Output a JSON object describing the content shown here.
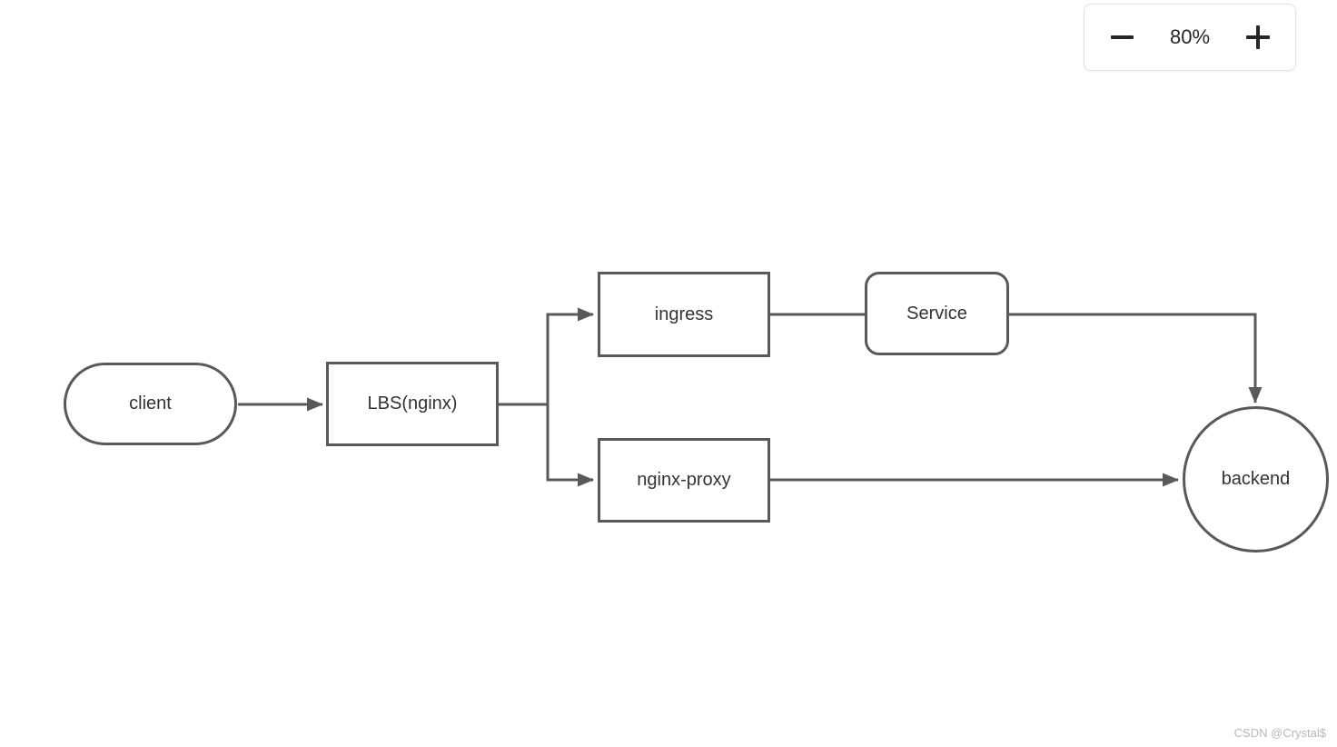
{
  "diagram": {
    "nodes": {
      "client": {
        "label": "client",
        "shape": "pill"
      },
      "lbs": {
        "label": "LBS(nginx)",
        "shape": "rectangle"
      },
      "ingress": {
        "label": "ingress",
        "shape": "rectangle"
      },
      "service": {
        "label": "Service",
        "shape": "rounded-rectangle"
      },
      "nginx_proxy": {
        "label": "nginx-proxy",
        "shape": "rectangle"
      },
      "backend": {
        "label": "backend",
        "shape": "circle"
      }
    },
    "edges": [
      {
        "from": "client",
        "to": "lbs",
        "arrow": true
      },
      {
        "from": "lbs",
        "to": "ingress",
        "arrow": true
      },
      {
        "from": "lbs",
        "to": "nginx_proxy",
        "arrow": true
      },
      {
        "from": "ingress",
        "to": "service",
        "arrow": false
      },
      {
        "from": "service",
        "to": "backend",
        "arrow": true
      },
      {
        "from": "nginx_proxy",
        "to": "backend",
        "arrow": true
      }
    ],
    "colors": {
      "stroke": "#595959",
      "node_fill": "#ffffff",
      "node_text": "#333333"
    }
  },
  "zoom_control": {
    "zoom_out_icon": "minus-icon",
    "level": "80%",
    "zoom_in_icon": "plus-icon"
  },
  "watermark": "CSDN @Crystal$"
}
